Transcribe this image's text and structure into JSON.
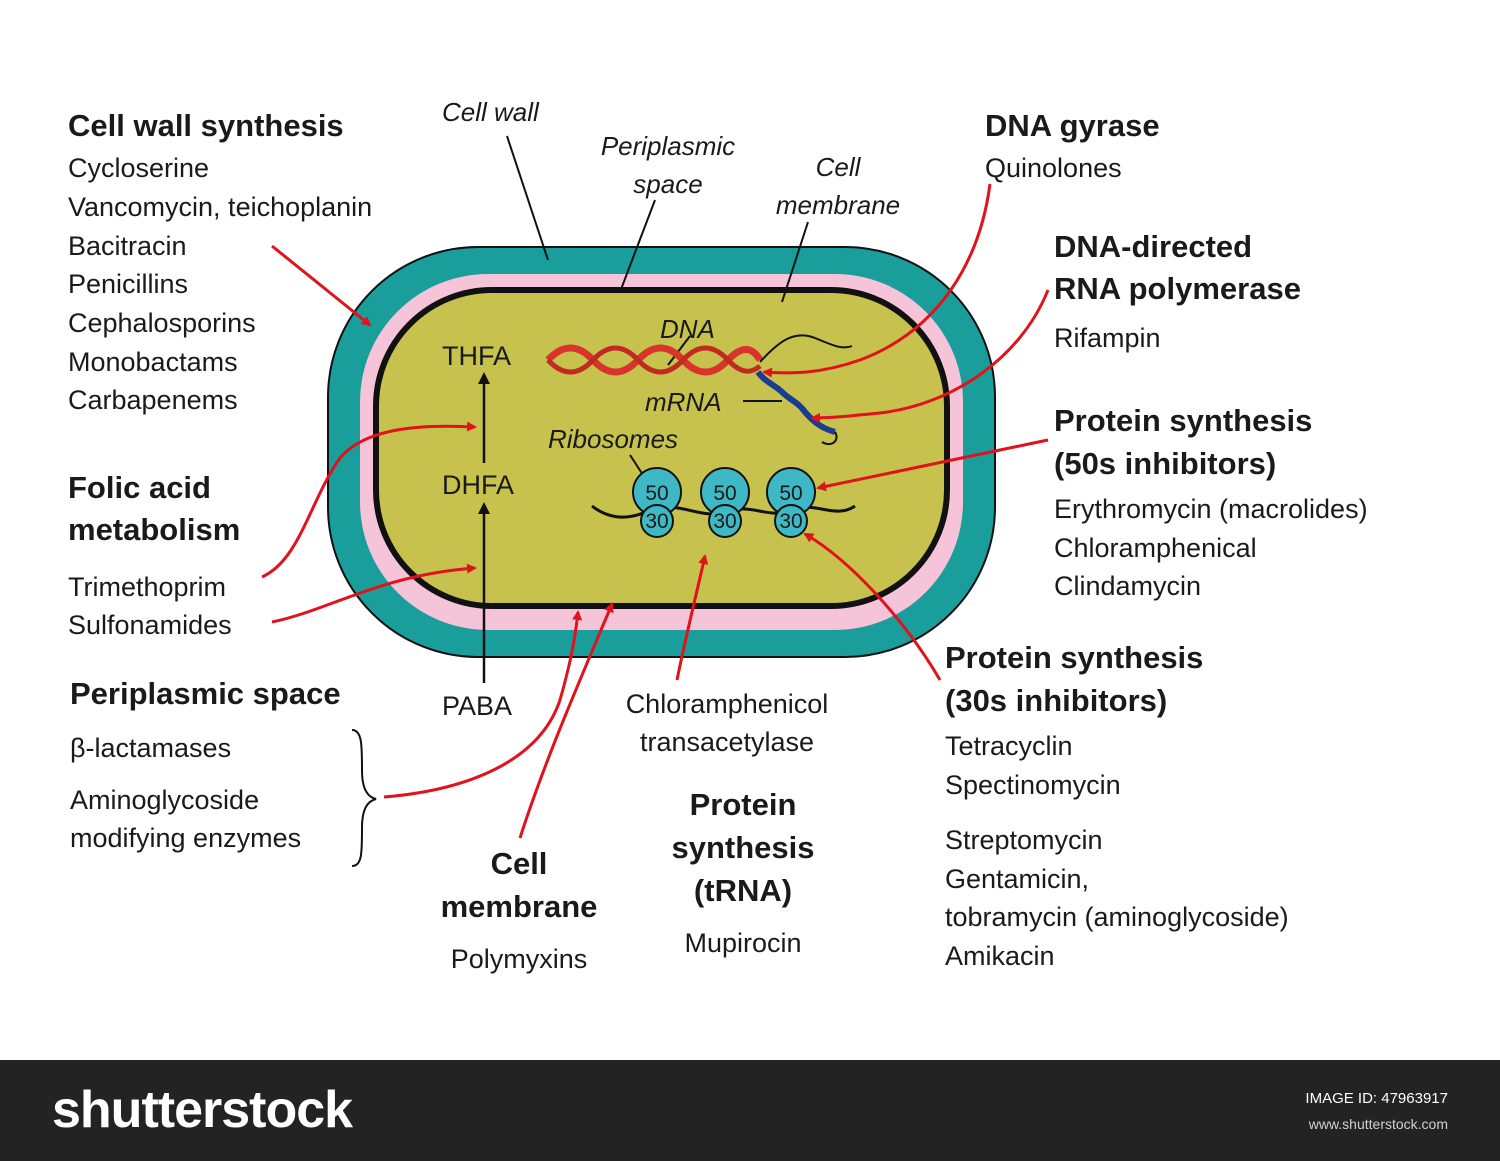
{
  "structures": {
    "cell_wall": "Cell wall",
    "periplasmic_line1": "Periplasmic",
    "periplasmic_line2": "space",
    "cell_membrane_line1": "Cell",
    "cell_membrane_line2": "membrane",
    "dna": "DNA",
    "mrna": "mRNA",
    "ribosomes": "Ribosomes",
    "thfa": "THFA",
    "dhfa": "DHFA",
    "paba": "PABA",
    "ribosome_large": "50",
    "ribosome_small": "30"
  },
  "groups": {
    "cell_wall_synthesis": {
      "title": "Cell wall synthesis",
      "items": [
        "Cycloserine",
        "Vancomycin, teichoplanin",
        "Bacitracin",
        "Penicillins",
        "Cephalosporins",
        "Monobactams",
        "Carbapenems"
      ]
    },
    "folic_acid": {
      "title_line1": "Folic acid",
      "title_line2": "metabolism",
      "items": [
        "Trimethoprim",
        "Sulfonamides"
      ]
    },
    "periplasmic_space": {
      "title": "Periplasmic space",
      "item1": "β-lactamases",
      "item2_line1": "Aminoglycoside",
      "item2_line2": "modifying enzymes"
    },
    "cell_membrane": {
      "title_line1": "Cell",
      "title_line2": "membrane",
      "item": "Polymyxins"
    },
    "chloramphenicol": {
      "line1": "Chloramphenicol",
      "line2": "transacetylase"
    },
    "protein_trna": {
      "title_line1": "Protein",
      "title_line2": "synthesis",
      "title_line3": "(tRNA)",
      "item": "Mupirocin"
    },
    "dna_gyrase": {
      "title": "DNA gyrase",
      "item": "Quinolones"
    },
    "rna_polymerase": {
      "title_line1": "DNA-directed",
      "title_line2": "RNA polymerase",
      "item": "Rifampin"
    },
    "protein_50s": {
      "title_line1": "Protein synthesis",
      "title_line2": "(50s inhibitors)",
      "items": [
        "Erythromycin (macrolides)",
        "Chloramphenical",
        "Clindamycin"
      ]
    },
    "protein_30s": {
      "title_line1": "Protein synthesis",
      "title_line2": "(30s inhibitors)",
      "items": [
        "Tetracyclin",
        "Spectinomycin",
        "Streptomycin",
        "Gentamicin,",
        "tobramycin (aminoglycoside)",
        "Amikacin"
      ]
    }
  },
  "footer": {
    "brand": "shutterstock",
    "image_id": "IMAGE ID: 47963917",
    "url": "www.shutterstock.com"
  },
  "colors": {
    "cell_wall": "#1a9e9c",
    "periplasm": "#f6c4d8",
    "cytoplasm": "#c7c24e",
    "arrow": "#e0121c",
    "dna": "#d9342b",
    "mrna": "#1a3d8f",
    "ribosome": "#3fb8c6"
  }
}
